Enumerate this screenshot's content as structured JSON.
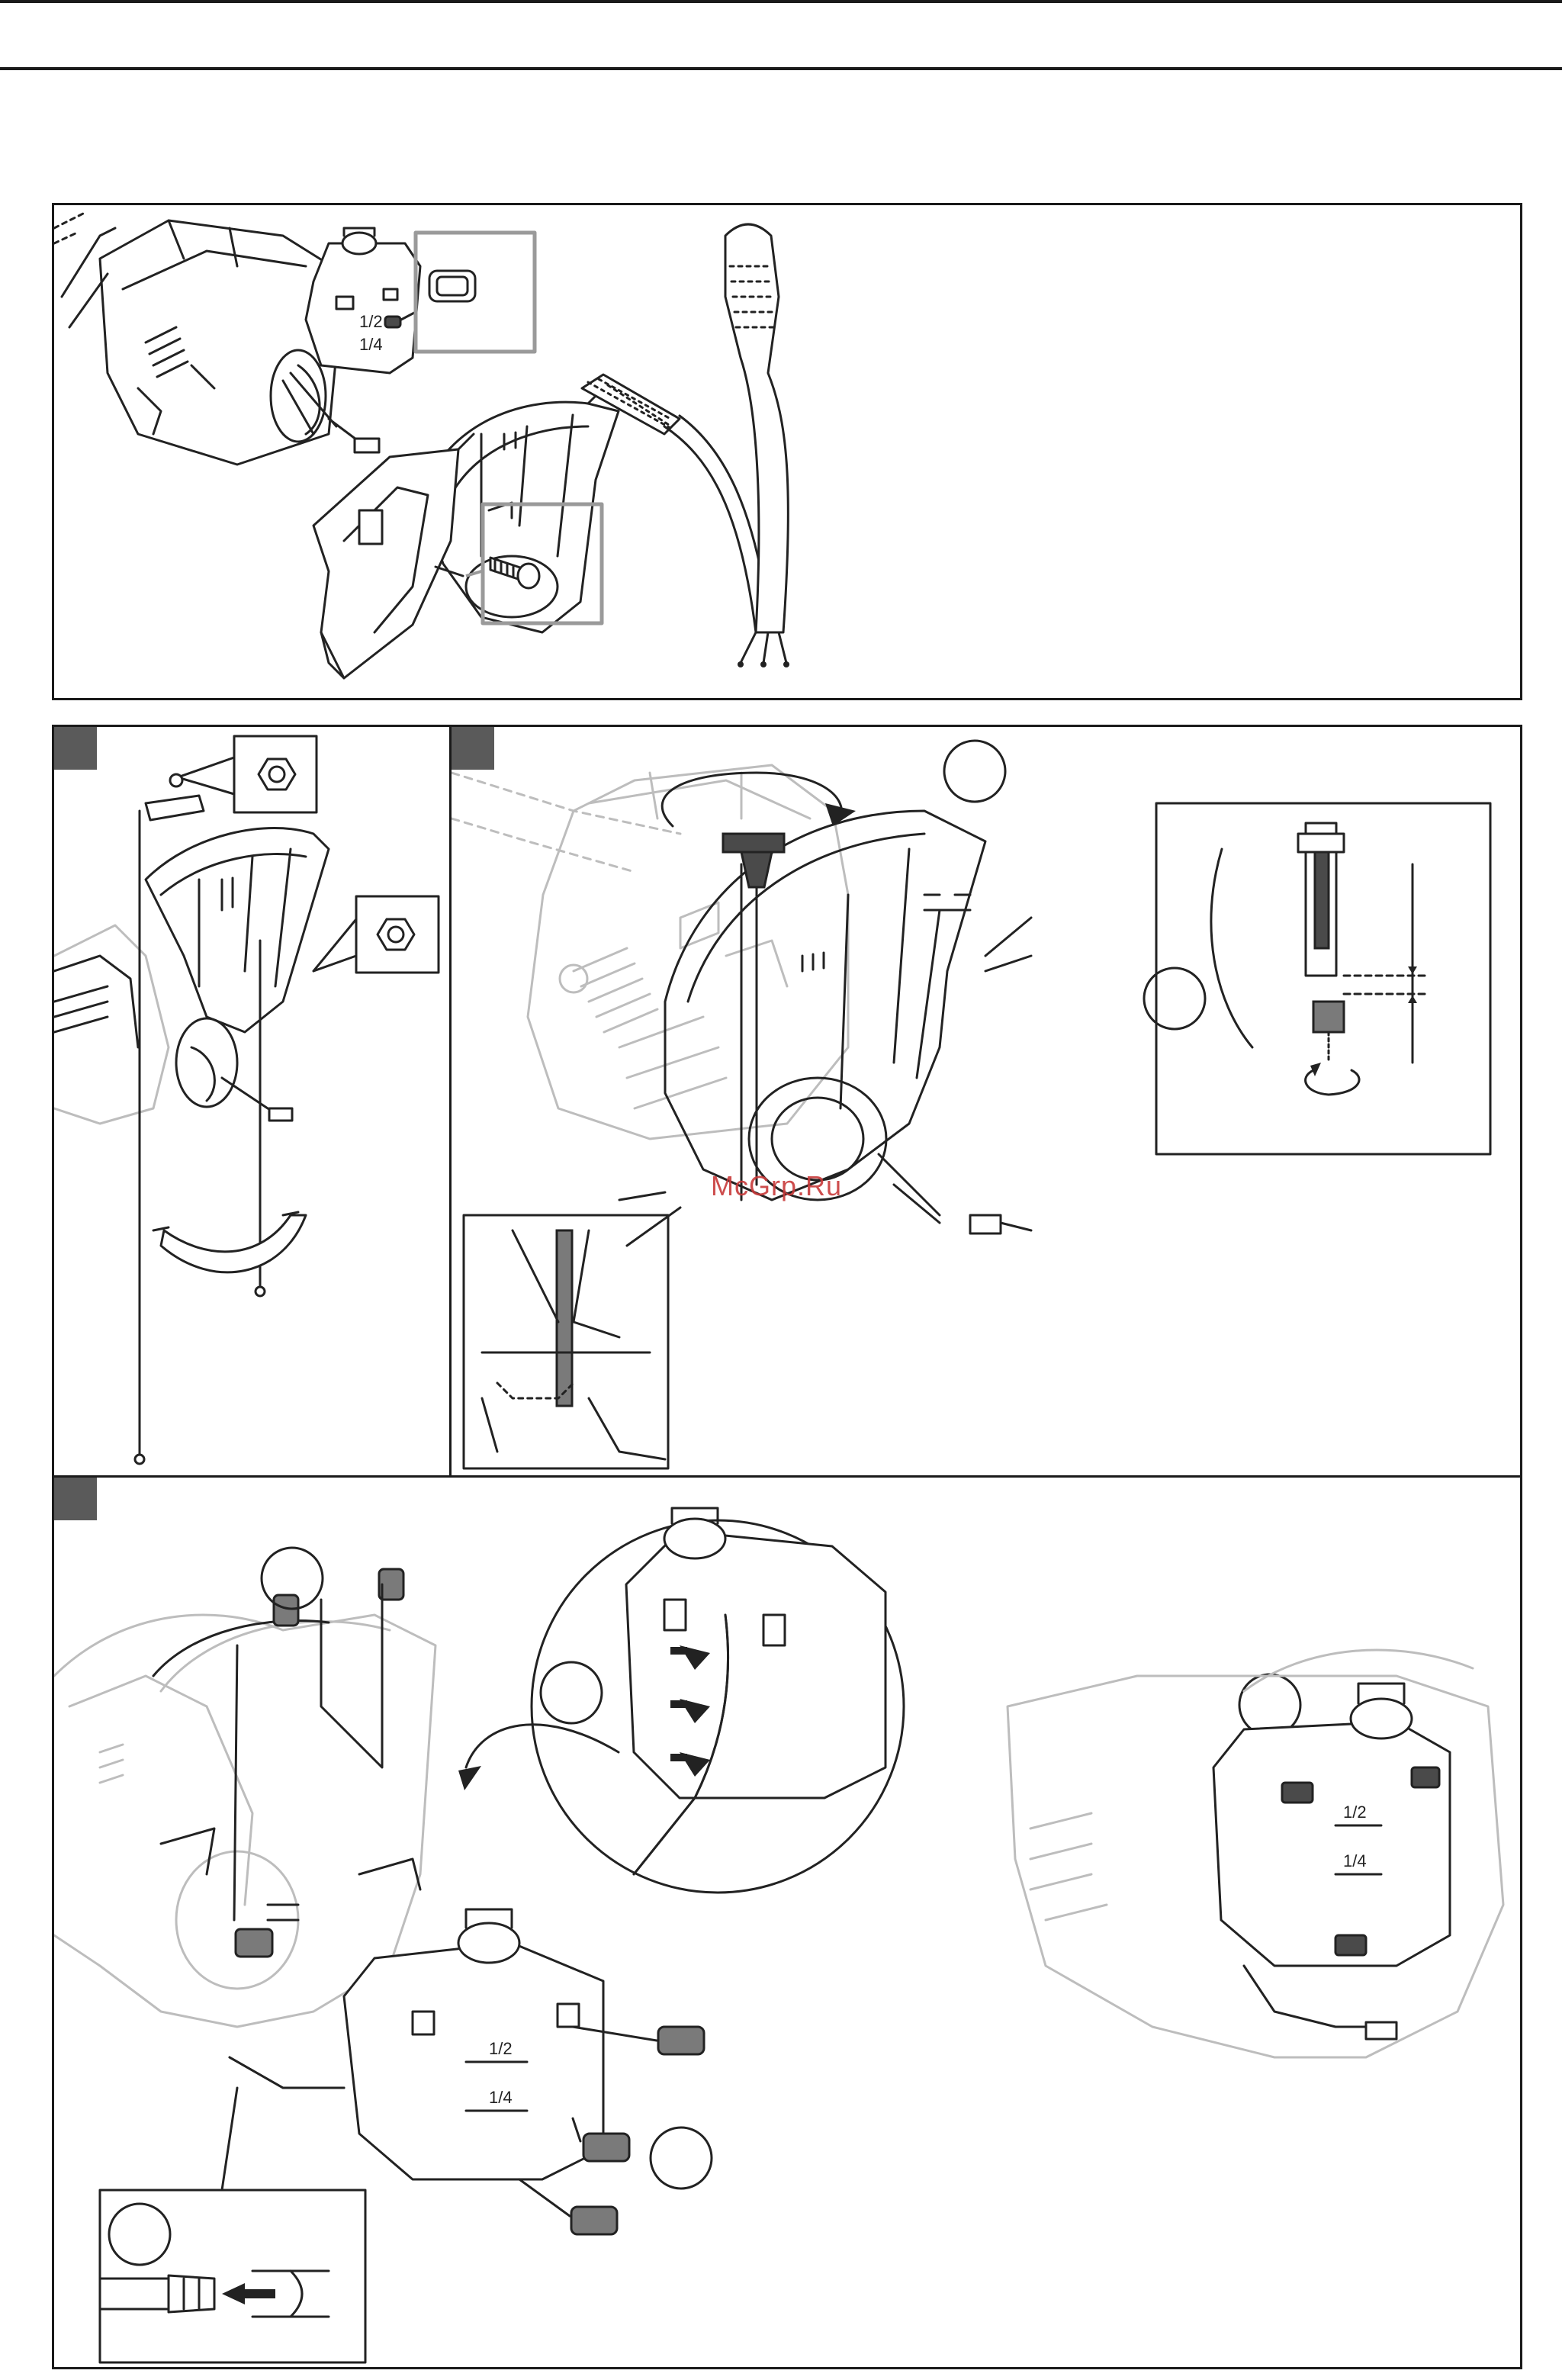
{
  "page": {
    "watermark": "McGrp.Ru"
  },
  "figure_top": {
    "tank_marks": [
      "1/2",
      "1/4"
    ]
  },
  "figure_bottom": {
    "tank_marks": [
      "1/2",
      "1/4"
    ]
  },
  "colors": {
    "line": "#1a1a1a",
    "callout_border": "#9a9a9a",
    "step_badge": "#5a5a5a",
    "watermark": "#c83a3a"
  }
}
